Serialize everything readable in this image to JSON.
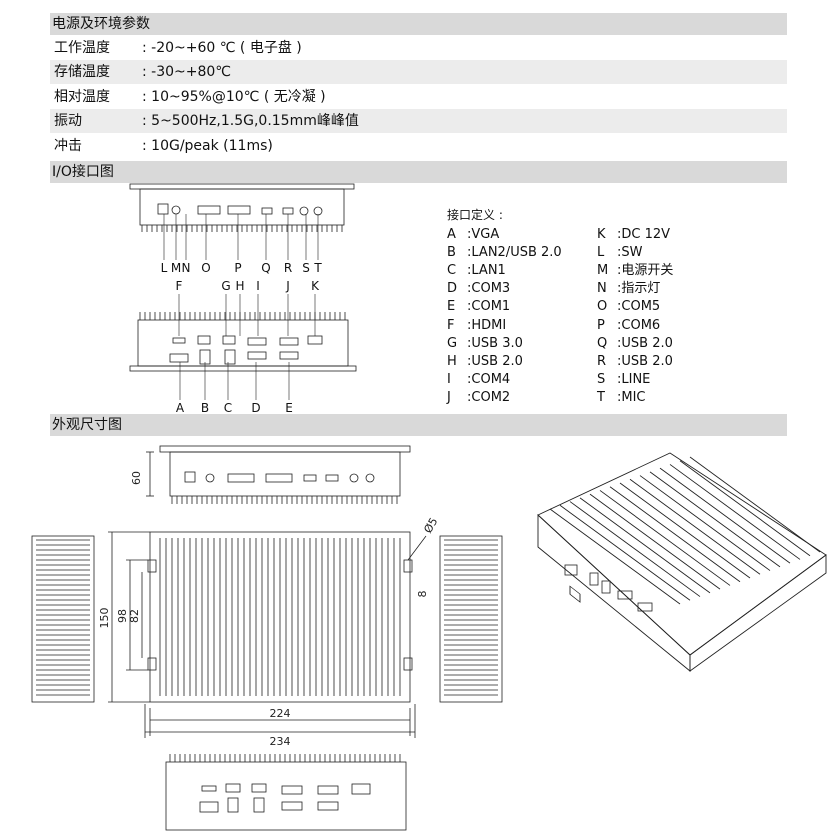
{
  "sections": {
    "power": "电源及环境参数",
    "io": "I/O接口图",
    "dims": "外观尺寸图"
  },
  "specs": [
    {
      "label": "工作温度",
      "value": ": -20~+60 ℃ ( 电子盘 )"
    },
    {
      "label": "存储温度",
      "value": ": -30~+80℃"
    },
    {
      "label": "相对温度",
      "value": ": 10~95%@10℃ ( 无冷凝 )"
    },
    {
      "label": "振动",
      "value": ": 5~500Hz,1.5G,0.15mm峰峰值"
    },
    {
      "label": "冲击",
      "value": ": 10G/peak  (11ms)"
    }
  ],
  "legend": {
    "title": "接口定义 :",
    "items": [
      [
        "A",
        ":VGA"
      ],
      [
        "K",
        ":DC 12V"
      ],
      [
        "B",
        ":LAN2/USB 2.0"
      ],
      [
        "L",
        ":SW"
      ],
      [
        "C",
        ":LAN1"
      ],
      [
        "M",
        ":电源开关"
      ],
      [
        "D",
        ":COM3"
      ],
      [
        "N",
        ":指示灯"
      ],
      [
        "E",
        ":COM1"
      ],
      [
        "O",
        ":COM5"
      ],
      [
        "F",
        ":HDMI"
      ],
      [
        "P",
        ":COM6"
      ],
      [
        "G",
        ":USB 3.0"
      ],
      [
        "Q",
        ":USB 2.0"
      ],
      [
        "H",
        ":USB 2.0"
      ],
      [
        "R",
        ":USB 2.0"
      ],
      [
        "I",
        ":COM4"
      ],
      [
        "S",
        ":LINE"
      ],
      [
        "J",
        ":COM2"
      ],
      [
        "T",
        ":MIC"
      ]
    ]
  },
  "io_front_labels": [
    "L",
    "M",
    "N",
    "O",
    "P",
    "Q",
    "R",
    "S",
    "T"
  ],
  "io_rear_top_labels": [
    "F",
    "G",
    "H",
    "I",
    "J",
    "K"
  ],
  "io_rear_bottom_labels": [
    "A",
    "B",
    "C",
    "D",
    "E"
  ],
  "dimensions": {
    "height": "60",
    "depth": "150",
    "inner_a": "98",
    "inner_b": "82",
    "width_inner": "224",
    "width_outer": "234",
    "hole": "Ø5",
    "slot": "8"
  }
}
